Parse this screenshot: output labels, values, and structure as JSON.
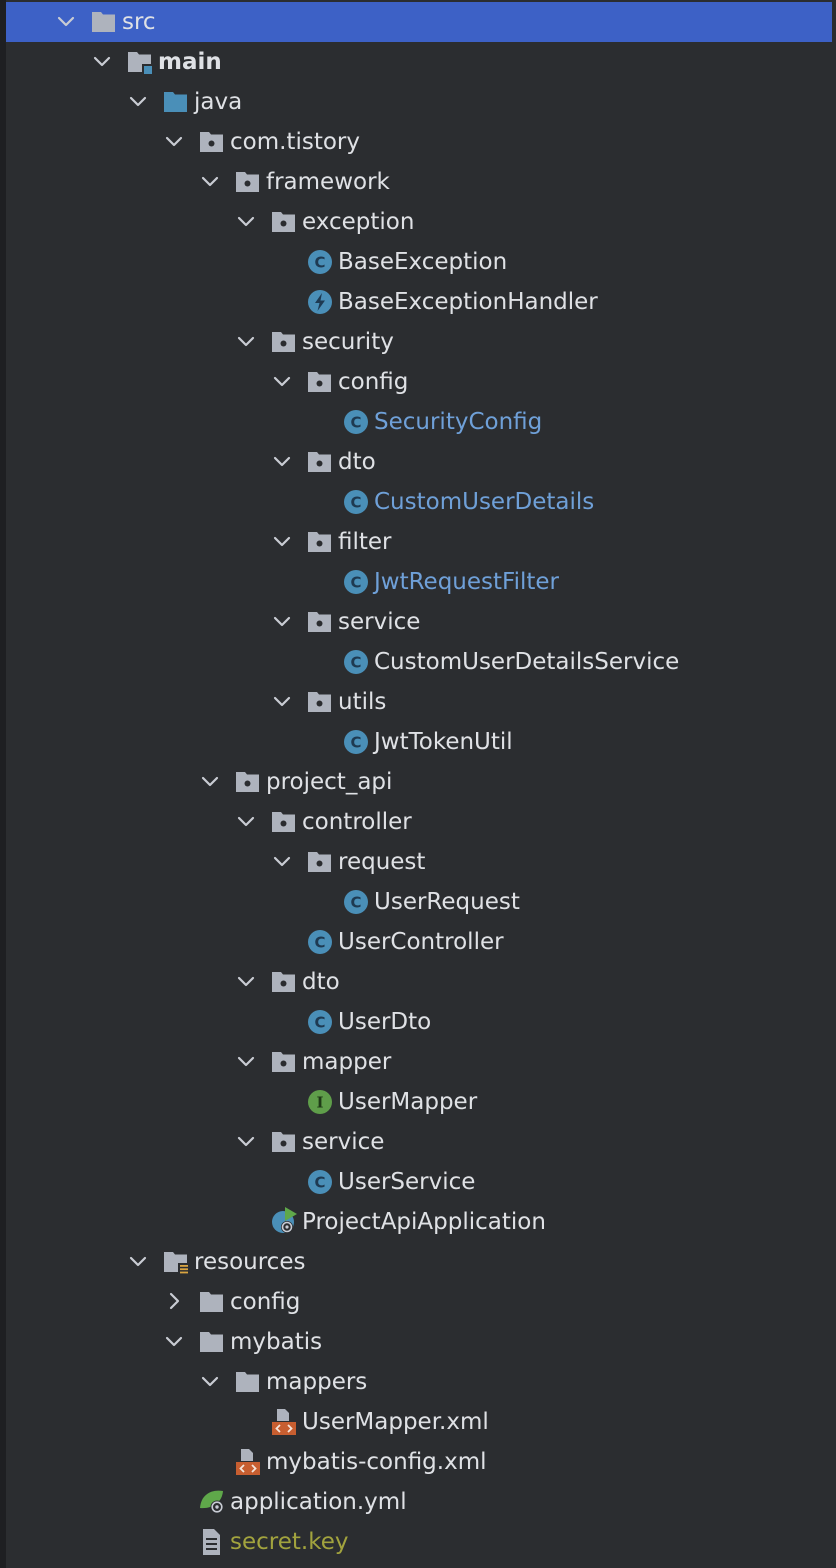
{
  "project_tree": {
    "nodes": [
      {
        "label": "src",
        "kind": "folder",
        "depth": 0,
        "expanded": true,
        "selected": true
      },
      {
        "label": "main",
        "kind": "module-folder",
        "depth": 1,
        "expanded": true,
        "bold": true
      },
      {
        "label": "java",
        "kind": "source-root",
        "depth": 2,
        "expanded": true
      },
      {
        "label": "com.tistory",
        "kind": "package",
        "depth": 3,
        "expanded": true
      },
      {
        "label": "framework",
        "kind": "package",
        "depth": 4,
        "expanded": true
      },
      {
        "label": "exception",
        "kind": "package",
        "depth": 5,
        "expanded": true
      },
      {
        "label": "BaseException",
        "kind": "class",
        "depth": 6
      },
      {
        "label": "BaseExceptionHandler",
        "kind": "advice",
        "depth": 6
      },
      {
        "label": "security",
        "kind": "package",
        "depth": 5,
        "expanded": true
      },
      {
        "label": "config",
        "kind": "package",
        "depth": 6,
        "expanded": true
      },
      {
        "label": "SecurityConfig",
        "kind": "class",
        "depth": 7,
        "color": "modified"
      },
      {
        "label": "dto",
        "kind": "package",
        "depth": 6,
        "expanded": true
      },
      {
        "label": "CustomUserDetails",
        "kind": "class",
        "depth": 7,
        "color": "modified"
      },
      {
        "label": "filter",
        "kind": "package",
        "depth": 6,
        "expanded": true
      },
      {
        "label": "JwtRequestFilter",
        "kind": "class",
        "depth": 7,
        "color": "modified"
      },
      {
        "label": "service",
        "kind": "package",
        "depth": 6,
        "expanded": true
      },
      {
        "label": "CustomUserDetailsService",
        "kind": "class",
        "depth": 7
      },
      {
        "label": "utils",
        "kind": "package",
        "depth": 6,
        "expanded": true
      },
      {
        "label": "JwtTokenUtil",
        "kind": "class",
        "depth": 7
      },
      {
        "label": "project_api",
        "kind": "package",
        "depth": 4,
        "expanded": true
      },
      {
        "label": "controller",
        "kind": "package",
        "depth": 5,
        "expanded": true
      },
      {
        "label": "request",
        "kind": "package",
        "depth": 6,
        "expanded": true
      },
      {
        "label": "UserRequest",
        "kind": "class",
        "depth": 7
      },
      {
        "label": "UserController",
        "kind": "class",
        "depth": 6
      },
      {
        "label": "dto",
        "kind": "package",
        "depth": 5,
        "expanded": true
      },
      {
        "label": "UserDto",
        "kind": "class",
        "depth": 6
      },
      {
        "label": "mapper",
        "kind": "package",
        "depth": 5,
        "expanded": true
      },
      {
        "label": "UserMapper",
        "kind": "interface",
        "depth": 6
      },
      {
        "label": "service",
        "kind": "package",
        "depth": 5,
        "expanded": true
      },
      {
        "label": "UserService",
        "kind": "class",
        "depth": 6
      },
      {
        "label": "ProjectApiApplication",
        "kind": "spring-app",
        "depth": 5
      },
      {
        "label": "resources",
        "kind": "resources-root",
        "depth": 2,
        "expanded": true
      },
      {
        "label": "config",
        "kind": "folder",
        "depth": 3,
        "expanded": false
      },
      {
        "label": "mybatis",
        "kind": "folder",
        "depth": 3,
        "expanded": true
      },
      {
        "label": "mappers",
        "kind": "folder",
        "depth": 4,
        "expanded": true
      },
      {
        "label": "UserMapper.xml",
        "kind": "xml",
        "depth": 5
      },
      {
        "label": "mybatis-config.xml",
        "kind": "xml",
        "depth": 4
      },
      {
        "label": "application.yml",
        "kind": "yml",
        "depth": 3
      },
      {
        "label": "secret.key",
        "kind": "text-file",
        "depth": 3,
        "color": "ignored"
      }
    ]
  },
  "colors": {
    "background": "#2b2d30",
    "selection": "#3d61c6",
    "text": "#dfe1e5",
    "modified_text": "#6fa0d8",
    "ignored_text": "#a2a33e",
    "folder_icon": "#aeb3bd",
    "source_root_icon": "#4a8fb8",
    "class_icon": "#4a8fb8",
    "interface_icon": "#5f9e4a",
    "xml_icon": "#c75e30",
    "spring_icon": "#5fa84a"
  }
}
